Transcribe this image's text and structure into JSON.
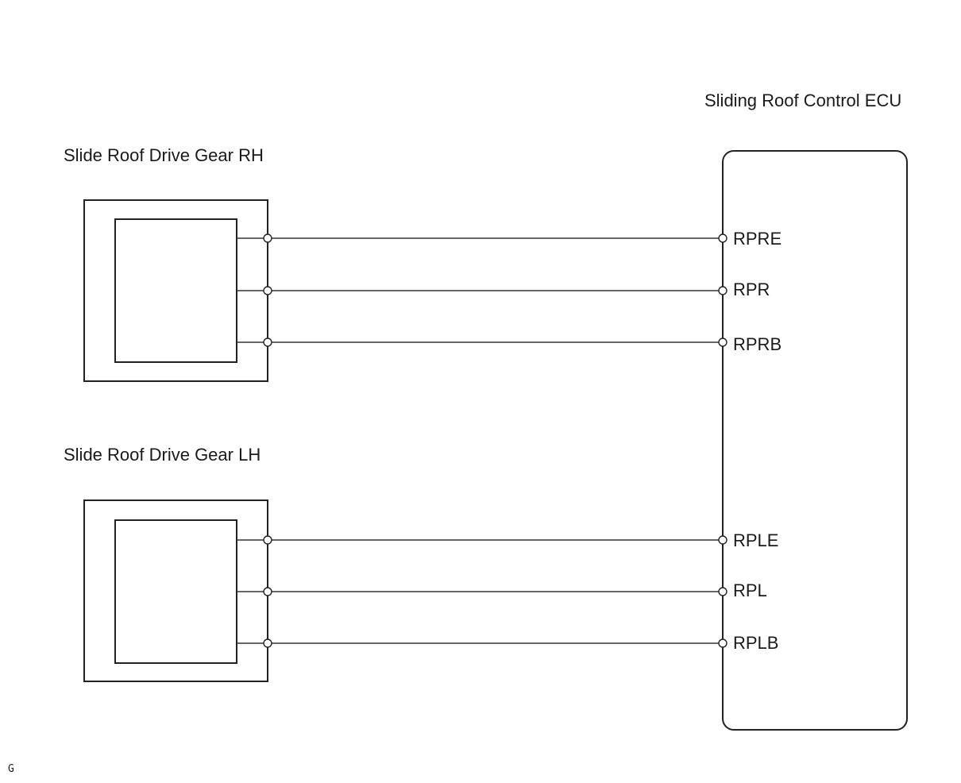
{
  "ecu": {
    "title": "Sliding Roof Control ECU"
  },
  "components": [
    {
      "title": "Slide Roof Drive Gear RH",
      "pins": [
        "RPRE",
        "RPR",
        "RPRB"
      ]
    },
    {
      "title": "Slide Roof Drive Gear LH",
      "pins": [
        "RPLE",
        "RPL",
        "RPLB"
      ]
    }
  ],
  "footer_code": "G",
  "colors": {
    "line": "#222222",
    "text": "#1a1a1a",
    "background": "#ffffff"
  }
}
